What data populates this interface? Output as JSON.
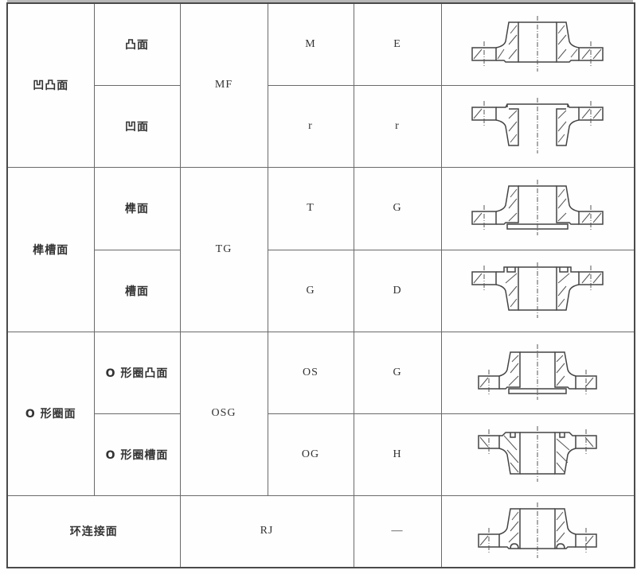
{
  "table": {
    "groups": [
      {
        "type_name": "凹凸面",
        "code": "MF",
        "rows": [
          {
            "sub_type": "凸面",
            "col4": "M",
            "col5": "E",
            "drawing": "raised-face-flange-icon"
          },
          {
            "sub_type": "凹面",
            "col4": "r",
            "col5": "r",
            "drawing": "recessed-face-flange-icon"
          }
        ]
      },
      {
        "type_name": "榫槽面",
        "code": "TG",
        "rows": [
          {
            "sub_type": "榫面",
            "col4": "T",
            "col5": "G",
            "drawing": "tongue-face-flange-icon"
          },
          {
            "sub_type": "槽面",
            "col4": "G",
            "col5": "D",
            "drawing": "groove-face-flange-icon"
          }
        ]
      },
      {
        "type_name": "O 形圈面",
        "code": "OSG",
        "rows": [
          {
            "sub_type": "O 形圈凸面",
            "col4": "OS",
            "col5": "G",
            "drawing": "o-ring-raised-face-flange-icon"
          },
          {
            "sub_type": "O 形圈槽面",
            "col4": "OG",
            "col5": "H",
            "drawing": "o-ring-groove-face-flange-icon"
          }
        ]
      },
      {
        "type_name": "环连接面",
        "code": "RJ",
        "rows": [
          {
            "col5": "—",
            "drawing": "ring-joint-face-flange-icon"
          }
        ]
      }
    ]
  },
  "colors": {
    "line": "#6a6a6a",
    "hatch": "#555555",
    "text": "#333333"
  }
}
